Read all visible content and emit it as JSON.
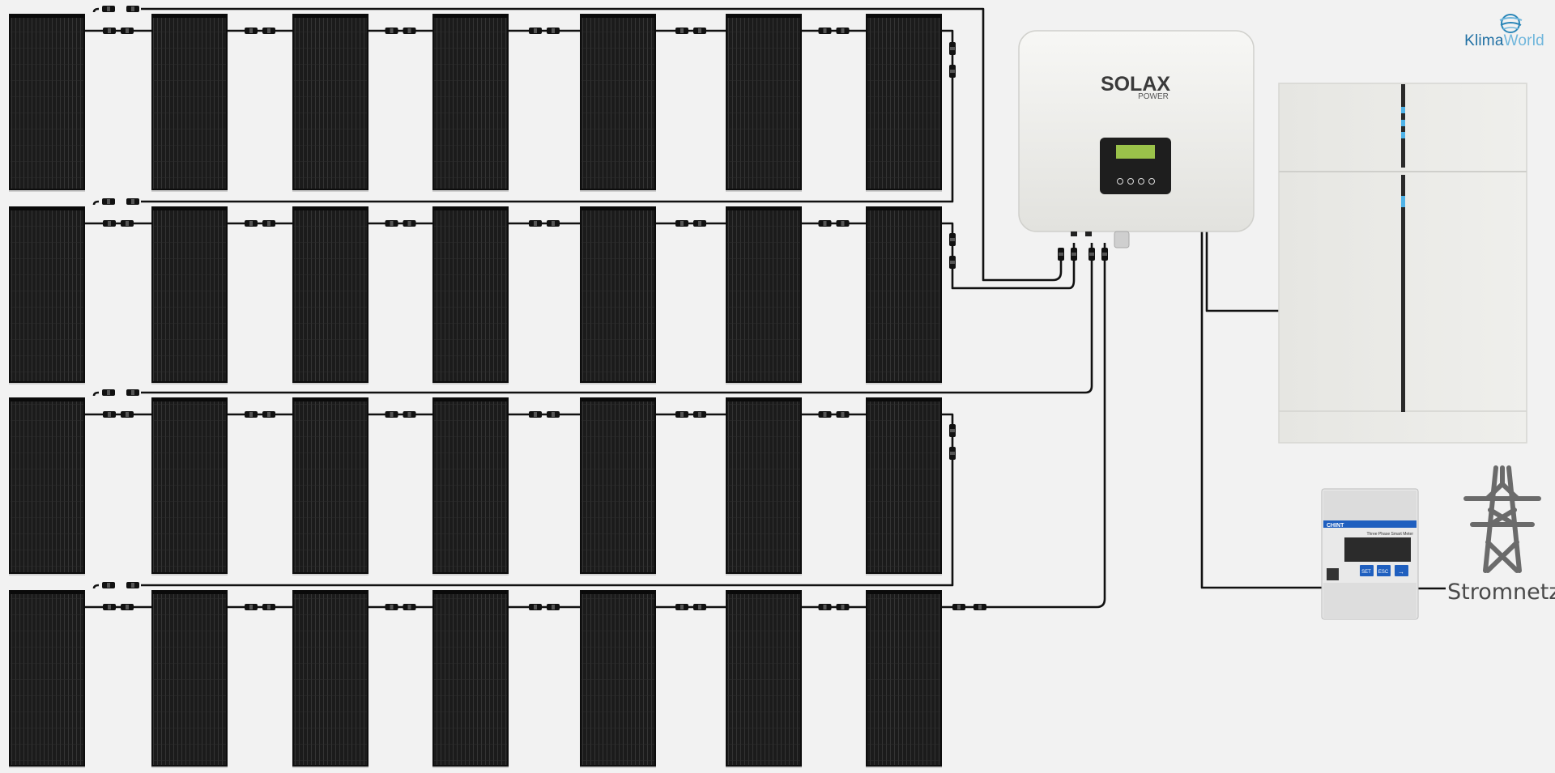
{
  "branding": {
    "logo_part1": "Klima",
    "logo_part2": "World",
    "logo_icon": "globe-icon"
  },
  "inverter": {
    "brand": "SOLAX",
    "sub": "POWER"
  },
  "meter": {
    "brand": "CHINT",
    "title": "Three Phase Smart Meter",
    "btn_set": "SET",
    "btn_esc": "ESC",
    "btn_next": "→"
  },
  "grid": {
    "label": "Stromnetz",
    "icon": "power-pylon-icon"
  },
  "pv_array": {
    "rows": 4,
    "panels_per_row": 7
  },
  "colors": {
    "background": "#f2f2f2",
    "panel": "#1a1a1a",
    "cable": "#111111",
    "inverter": "#ebebe8",
    "battery": "#e8e8e4",
    "meter_accent": "#1f5fbf",
    "brand": "#2a86b8"
  }
}
